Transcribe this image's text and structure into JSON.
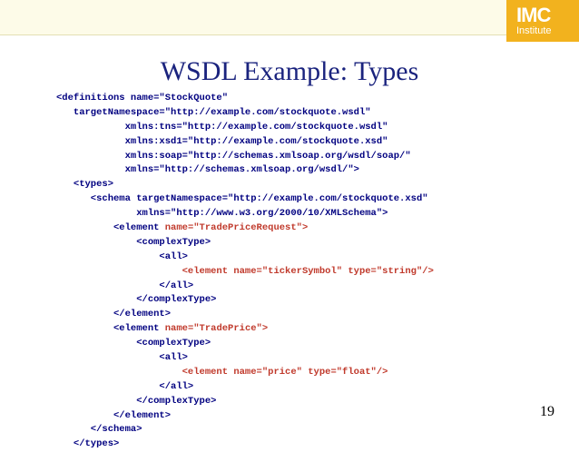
{
  "logo": {
    "mark": "IMC",
    "sub": "Institute"
  },
  "title": "WSDL Example: Types",
  "code": [
    [
      {
        "t": "<definitions name=\"StockQuote\""
      }
    ],
    [
      {
        "t": "   targetNamespace=\"http://example.com/stockquote.wsdl\""
      }
    ],
    [
      {
        "t": "            xmlns:tns=\"http://example.com/stockquote.wsdl\""
      }
    ],
    [
      {
        "t": "            xmlns:xsd1=\"http://example.com/stockquote.xsd\""
      }
    ],
    [
      {
        "t": "            xmlns:soap=\"http://schemas.xmlsoap.org/wsdl/soap/\""
      }
    ],
    [
      {
        "t": "            xmlns=\"http://schemas.xmlsoap.org/wsdl/\">"
      }
    ],
    [
      {
        "t": "   <types>"
      }
    ],
    [
      {
        "t": "      <schema targetNamespace=\"http://example.com/stockquote.xsd\""
      }
    ],
    [
      {
        "t": "              xmlns=\"http://www.w3.org/2000/10/XMLSchema\">"
      }
    ],
    [
      {
        "t": "          <element "
      },
      {
        "t": "name=\"TradePriceRequest\">",
        "hl": true
      }
    ],
    [
      {
        "t": "              <complexType>"
      }
    ],
    [
      {
        "t": "                  <all>"
      }
    ],
    [
      {
        "t": "                      <element name=\"tickerSymbol\" type=\"string\"/>",
        "hl": true
      }
    ],
    [
      {
        "t": "                  </all>"
      }
    ],
    [
      {
        "t": "              </complexType>"
      }
    ],
    [
      {
        "t": "          </element>"
      }
    ],
    [
      {
        "t": "          <element "
      },
      {
        "t": "name=\"TradePrice\">",
        "hl": true
      }
    ],
    [
      {
        "t": "              <complexType>"
      }
    ],
    [
      {
        "t": "                  <all>"
      }
    ],
    [
      {
        "t": "                      <element name=\"price\" type=\"float\"/>",
        "hl": true
      }
    ],
    [
      {
        "t": "                  </all>"
      }
    ],
    [
      {
        "t": "              </complexType>"
      }
    ],
    [
      {
        "t": "          </element>"
      }
    ],
    [
      {
        "t": "      </schema>"
      }
    ],
    [
      {
        "t": "   </types>"
      }
    ]
  ],
  "page_number": "19",
  "colors": {
    "title": "#1a237e",
    "code": "#000080",
    "highlight": "#c0392b",
    "logo_bg": "#f2b21e",
    "top_band": "#fdfbe8"
  }
}
